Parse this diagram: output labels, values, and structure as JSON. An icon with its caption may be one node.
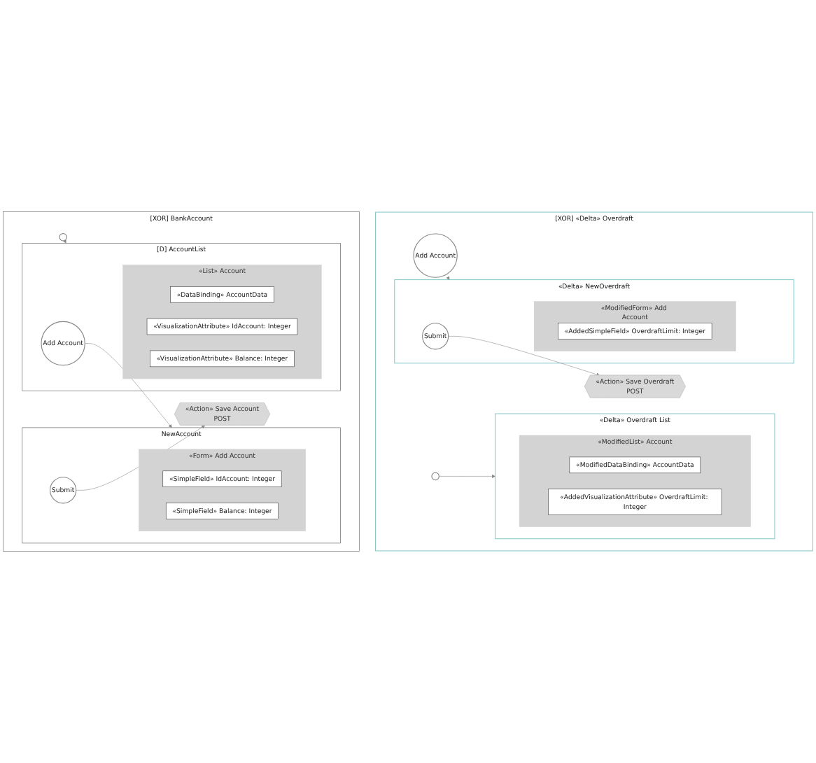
{
  "diagram": {
    "nodes": [
      {
        "text": [
          "[XOR] BankAccount"
        ]
      },
      {
        "text": [
          "NewAccount"
        ],
        "in": 0
      },
      {
        "text": [
          "«Form» Add Account"
        ],
        "in": 1
      },
      {
        "text": [
          "«SimpleField» IdAccount: Integer"
        ],
        "in": 2
      },
      {
        "text": [
          "«SimpleField» Balance: Integer"
        ],
        "in": 2
      },
      {
        "text": [
          "Submit"
        ],
        "in": 1
      },
      {
        "text": [
          "[D] AccountList"
        ],
        "in": 0
      },
      {
        "text": [
          "Add Account"
        ],
        "in": 6
      },
      {
        "text": [
          "«List» Account"
        ],
        "in": 6
      },
      {
        "text": [
          "«DataBinding» AccountData"
        ],
        "in": 8
      },
      {
        "text": [
          "«VisualizationAttribute» IdAccount: Integer"
        ],
        "in": 8
      },
      {
        "text": [
          "«VisualizationAttribute» Balance: Integer"
        ],
        "in": 8
      },
      {
        "text": [
          "«Action» Save Account",
          "POST"
        ],
        "in": 0
      },
      {
        "text": [],
        "shape": "circle",
        "in": 0
      },
      {
        "text": [
          "[XOR] «Delta» Overdraft"
        ]
      },
      {
        "text": [
          "«Delta» NewOverdraft"
        ],
        "in": 14
      },
      {
        "text": [
          "«ModifiedForm» Add Account"
        ],
        "in": 15
      },
      {
        "text": [
          "«AddedSimpleField» OverdraftLimit: Integer"
        ],
        "in": 16
      },
      {
        "text": [
          "Submit"
        ],
        "in": 15
      },
      {
        "text": [
          "«Delta» Overdraft List"
        ],
        "in": 14
      },
      {
        "text": [
          "Add Account"
        ],
        "in": 14
      },
      {
        "text": [
          "«ModifiedList» Account"
        ],
        "in": 19
      },
      {
        "text": [
          "«ModifiedDataBinding» AccountData"
        ],
        "in": 21
      },
      {
        "text": [
          "«AddedVisualizationAttribute» OverdraftLimit: Integer"
        ],
        "in": 21
      },
      {
        "text": [
          "«Action» Save Overdraft",
          "POST"
        ],
        "in": 14
      },
      {
        "text": [],
        "shape": "circle",
        "in": 14
      }
    ],
    "edges": [
      {
        "from": 7,
        "to": 1,
        "arrow": "to"
      },
      {
        "from": 5,
        "to": 12,
        "arrow": "to"
      },
      {
        "from": 13,
        "to": 6,
        "arrow": "to"
      },
      {
        "from": 20,
        "to": 15,
        "arrow": "to"
      },
      {
        "from": 18,
        "to": 24,
        "arrow": "to"
      },
      {
        "from": 25,
        "to": 19,
        "arrow": "to"
      }
    ]
  }
}
